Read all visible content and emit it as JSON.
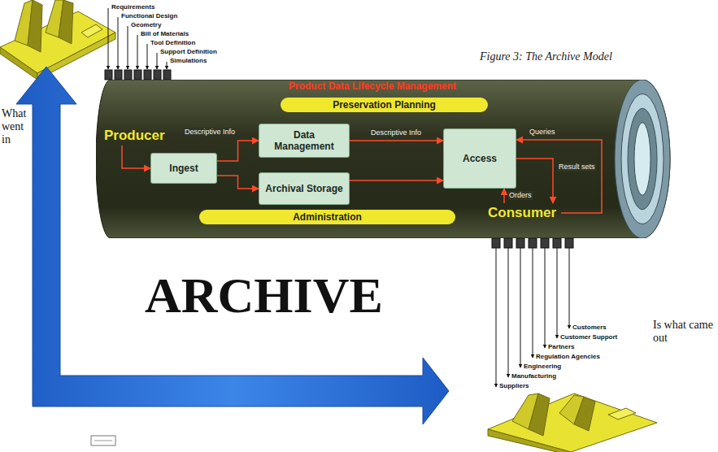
{
  "diagram": {
    "caption": "Figure 3: The Archive Model",
    "nodes": [
      {
        "text": [
          "Product Data Lifecycle Management"
        ]
      },
      {
        "text": [
          "Preservation Planning"
        ],
        "in": 0
      },
      {
        "text": [
          "Producer"
        ],
        "in": 0
      },
      {
        "text": [
          "Ingest"
        ],
        "in": 0
      },
      {
        "text": [
          "Data Management"
        ],
        "in": 0
      },
      {
        "text": [
          "Archival Storage"
        ],
        "in": 0
      },
      {
        "text": [
          "Access"
        ],
        "in": 0
      },
      {
        "text": [
          "Administration"
        ],
        "in": 0
      },
      {
        "text": [
          "Consumer"
        ],
        "in": 0
      }
    ],
    "edges": [
      {
        "from": 2,
        "to": 3,
        "arrow": "to"
      },
      {
        "from": 3,
        "to": 4,
        "label": "Descriptive Info",
        "arrow": "to"
      },
      {
        "from": 3,
        "to": 5,
        "arrow": "to"
      },
      {
        "from": 4,
        "to": 6,
        "label": "Descriptive Info",
        "arrow": "to"
      },
      {
        "from": 5,
        "to": 6,
        "arrow": "to"
      },
      {
        "from": 8,
        "to": 6,
        "label": "Queries",
        "arrow": "to"
      },
      {
        "from": 6,
        "to": 8,
        "label": "Result sets",
        "arrow": "to"
      },
      {
        "from": 8,
        "to": 6,
        "label": "Orders",
        "arrow": "to"
      }
    ],
    "labels": [
      "Requirements",
      "Functional Design",
      "Geometry",
      "Bill of Materials",
      "Tool Definition",
      "Support Definition",
      "Simulations",
      "Suppliers",
      "Manufacturing",
      "Engineering",
      "Regulation Agencies",
      "Partners",
      "Customer Support",
      "Customers",
      "ARCHIVE",
      "What went in",
      "Is what came out"
    ]
  }
}
